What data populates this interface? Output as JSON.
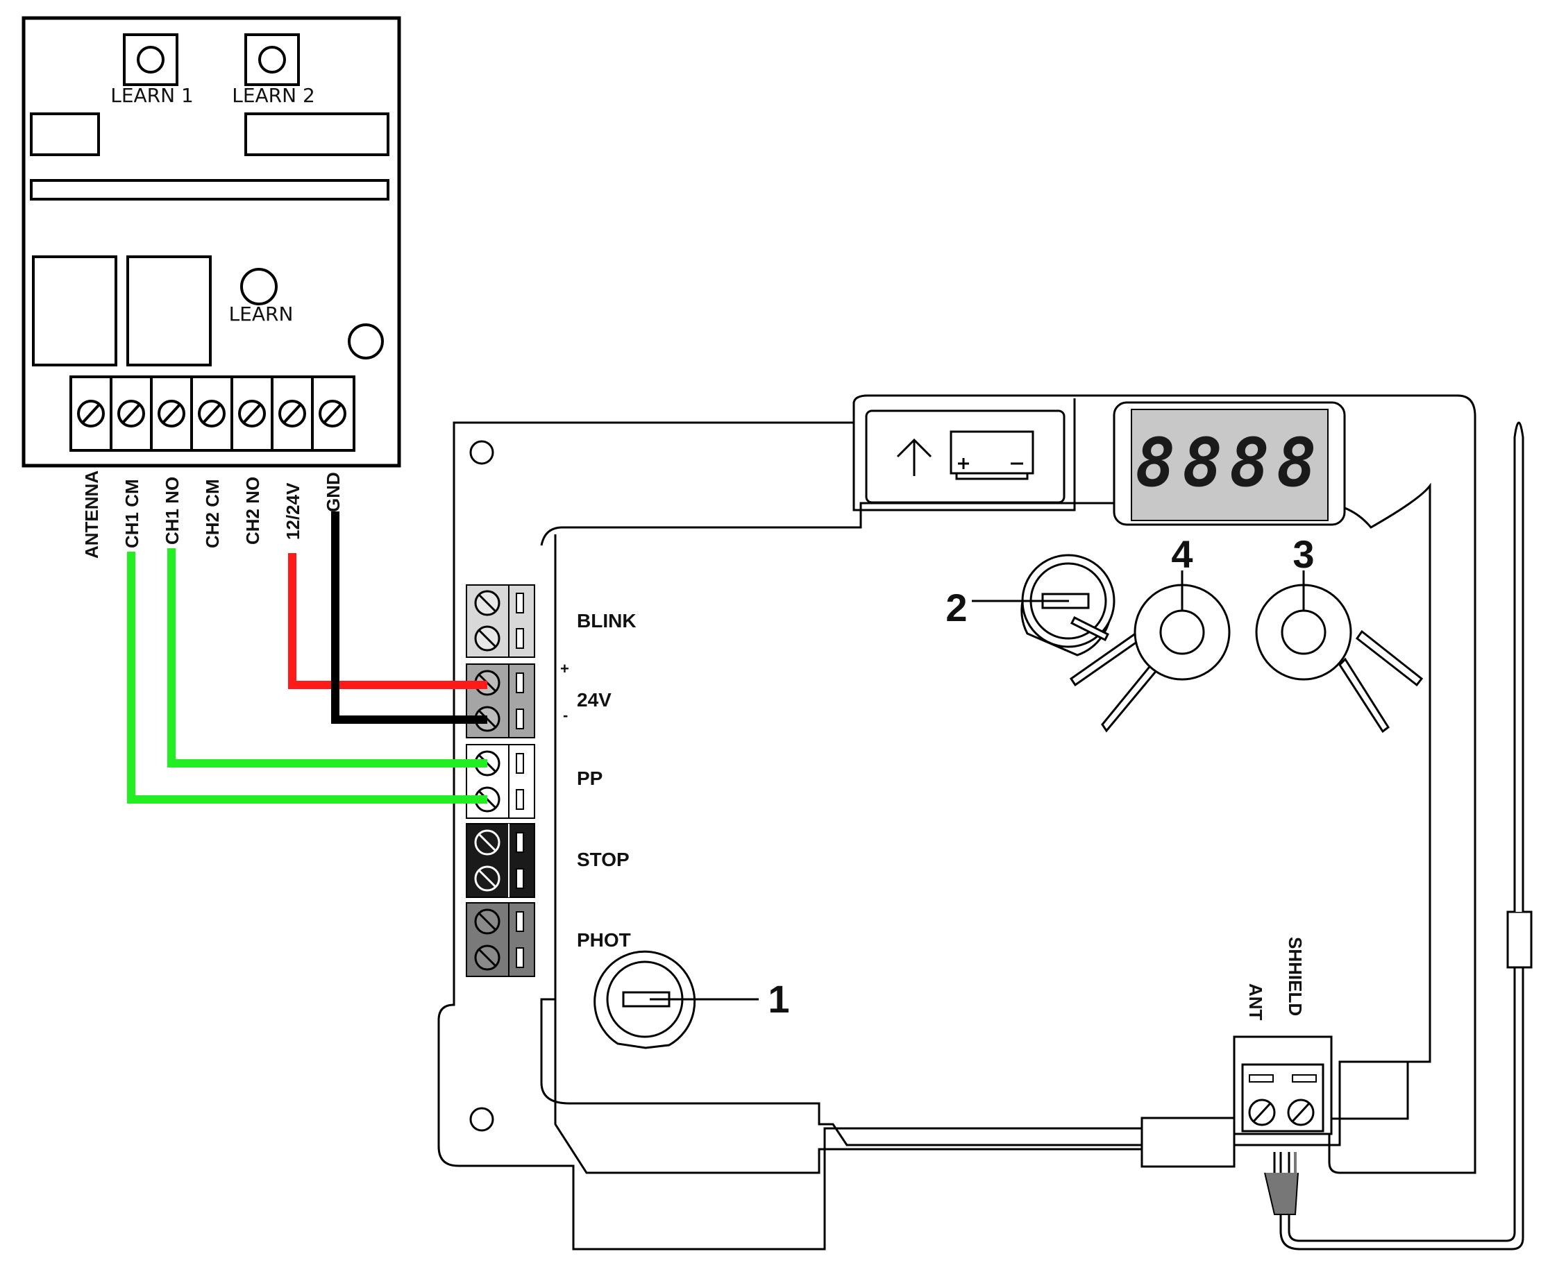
{
  "receiver": {
    "learn1": "LEARN 1",
    "learn2": "LEARN 2",
    "learn": "LEARN",
    "terminals": [
      "ANTENNA",
      "CH1 CM",
      "CH1 NO",
      "CH2 CM",
      "CH2 NO",
      "12/24V",
      "GND"
    ]
  },
  "board": {
    "blink": "BLINK",
    "v24": "24V",
    "plus": "+",
    "minus": "-",
    "pp": "PP",
    "stop": "STOP",
    "phot": "PHOT",
    "ant": "ANT",
    "shield": "SHHIELD",
    "display": "8888",
    "callouts": [
      "1",
      "2",
      "3",
      "4"
    ]
  },
  "wires": {
    "red": "#ff1a1a",
    "black": "#000000",
    "green": "#22ee22"
  },
  "icons": {
    "arrow": "up-arrow-icon",
    "battery": "battery-icon"
  }
}
